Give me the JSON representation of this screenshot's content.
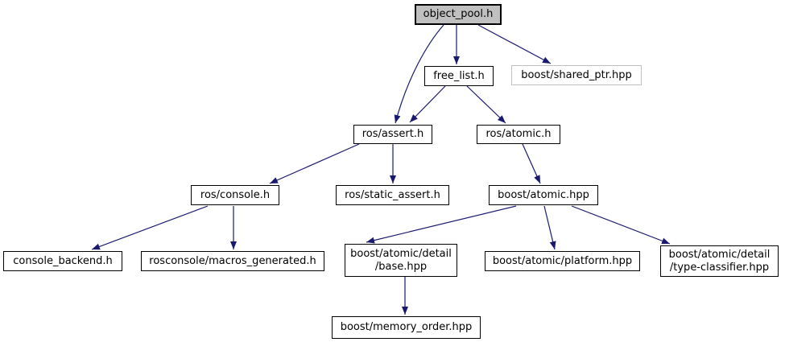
{
  "graph": {
    "type": "include-dependency-graph",
    "root_file": "object_pool.h",
    "colors": {
      "edge": "#191970",
      "node_border": "#000000",
      "node_fill": "#ffffff",
      "root_node_fill": "#c0c0c0",
      "external_node_border": "#c0c0c0",
      "text": "#000000",
      "background": "#ffffff"
    },
    "nodes": [
      {
        "id": "object_pool",
        "label": "object_pool.h"
      },
      {
        "id": "free_list",
        "label": "free_list.h"
      },
      {
        "id": "shared_ptr",
        "label": "boost/shared_ptr.hpp"
      },
      {
        "id": "ros_assert",
        "label": "ros/assert.h"
      },
      {
        "id": "ros_atomic",
        "label": "ros/atomic.h"
      },
      {
        "id": "ros_console",
        "label": "ros/console.h"
      },
      {
        "id": "static_assert",
        "label": "ros/static_assert.h"
      },
      {
        "id": "boost_atomic",
        "label": "boost/atomic.hpp"
      },
      {
        "id": "console_backend",
        "label": "console_backend.h"
      },
      {
        "id": "macros_generated",
        "label": "rosconsole/macros_generated.h"
      },
      {
        "id": "atomic_base",
        "label": "boost/atomic/detail\n/base.hpp"
      },
      {
        "id": "atomic_platform",
        "label": "boost/atomic/platform.hpp"
      },
      {
        "id": "type_classifier",
        "label": "boost/atomic/detail\n/type-classifier.hpp"
      },
      {
        "id": "memory_order",
        "label": "boost/memory_order.hpp"
      }
    ],
    "edges": [
      {
        "from": "object_pool",
        "to": "free_list"
      },
      {
        "from": "object_pool",
        "to": "shared_ptr"
      },
      {
        "from": "object_pool",
        "to": "ros_assert"
      },
      {
        "from": "free_list",
        "to": "ros_assert"
      },
      {
        "from": "free_list",
        "to": "ros_atomic"
      },
      {
        "from": "ros_assert",
        "to": "ros_console"
      },
      {
        "from": "ros_assert",
        "to": "static_assert"
      },
      {
        "from": "ros_atomic",
        "to": "boost_atomic"
      },
      {
        "from": "ros_console",
        "to": "console_backend"
      },
      {
        "from": "ros_console",
        "to": "macros_generated"
      },
      {
        "from": "boost_atomic",
        "to": "atomic_base"
      },
      {
        "from": "boost_atomic",
        "to": "atomic_platform"
      },
      {
        "from": "boost_atomic",
        "to": "type_classifier"
      },
      {
        "from": "atomic_base",
        "to": "memory_order"
      }
    ]
  }
}
